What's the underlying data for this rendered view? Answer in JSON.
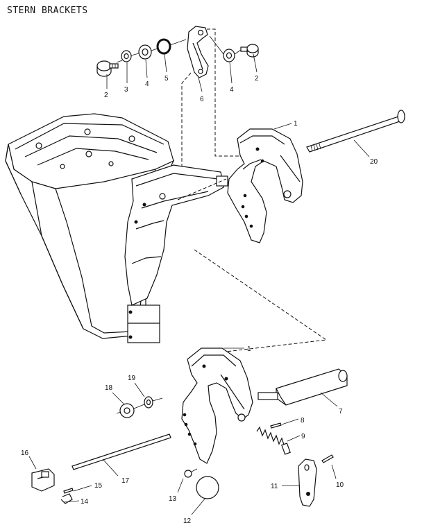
{
  "title": "STERN BRACKETS",
  "callouts": {
    "c1_upper": "1",
    "c1_lower": "1",
    "c2_left": "2",
    "c2_right": "2",
    "c3": "3",
    "c4_left": "4",
    "c4_right": "4",
    "c5": "5",
    "c6": "6",
    "c7": "7",
    "c8": "8",
    "c9": "9",
    "c10": "10",
    "c11": "11",
    "c12": "12",
    "c13": "13",
    "c14": "14",
    "c15": "15",
    "c16": "16",
    "c17": "17",
    "c18": "18",
    "c19": "19",
    "c20": "20"
  }
}
